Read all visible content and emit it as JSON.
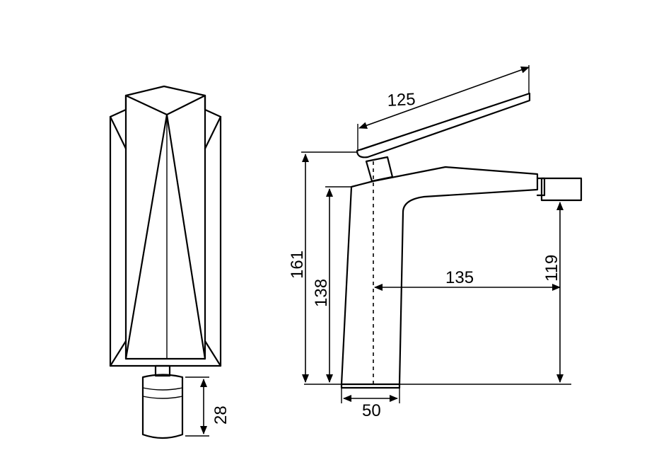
{
  "dimensions": {
    "spout_length": "125",
    "total_height": "161",
    "body_height": "138",
    "spout_reach": "135",
    "outlet_height": "119",
    "base_width": "50",
    "base_height": "28"
  }
}
